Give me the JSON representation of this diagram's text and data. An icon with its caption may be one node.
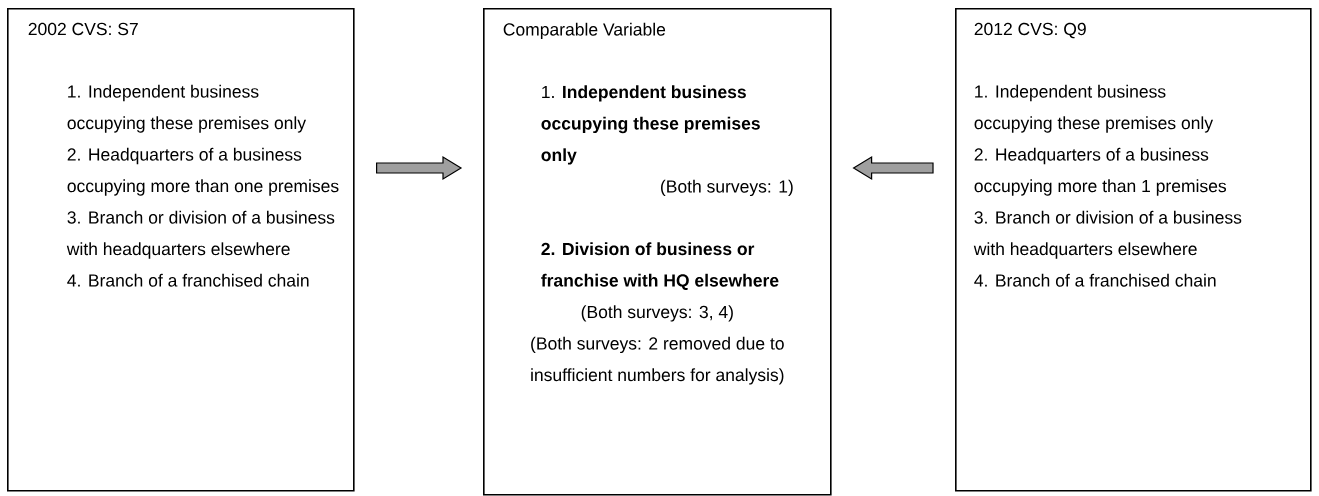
{
  "diagram": {
    "nodes": [
      {
        "text": [
          "2002 CVS: S7",
          "1.  Independent business occupying these premises only",
          "2.  Headquarters of a business occupying more than one premises",
          "3.  Branch or division of a business with headquarters elsewhere",
          "4.  Branch of a franchised chain"
        ]
      },
      {
        "text": [
          "Comparable Variable",
          "1.  **Independent business occupying these premises only**",
          "(Both surveys: 1)",
          "2.  Division of business or franchise with HQ elsewhere",
          "(Both surveys: 3, 4)",
          "(Both surveys: 2 removed due to insufficient numbers for analysis)"
        ]
      },
      {
        "text": [
          "2012 CVS: Q9",
          "1.  Independent business occupying these premises only",
          "2.  Headquarters of a business occupying more than 1 premises",
          "3.  Branch or division of a business with headquarters elsewhere",
          "4.  Branch of a franchised chain"
        ]
      }
    ],
    "edges": [
      {
        "from": 0,
        "to": 1,
        "arrow": "to"
      },
      {
        "from": 2,
        "to": 1,
        "arrow": "to"
      }
    ]
  }
}
